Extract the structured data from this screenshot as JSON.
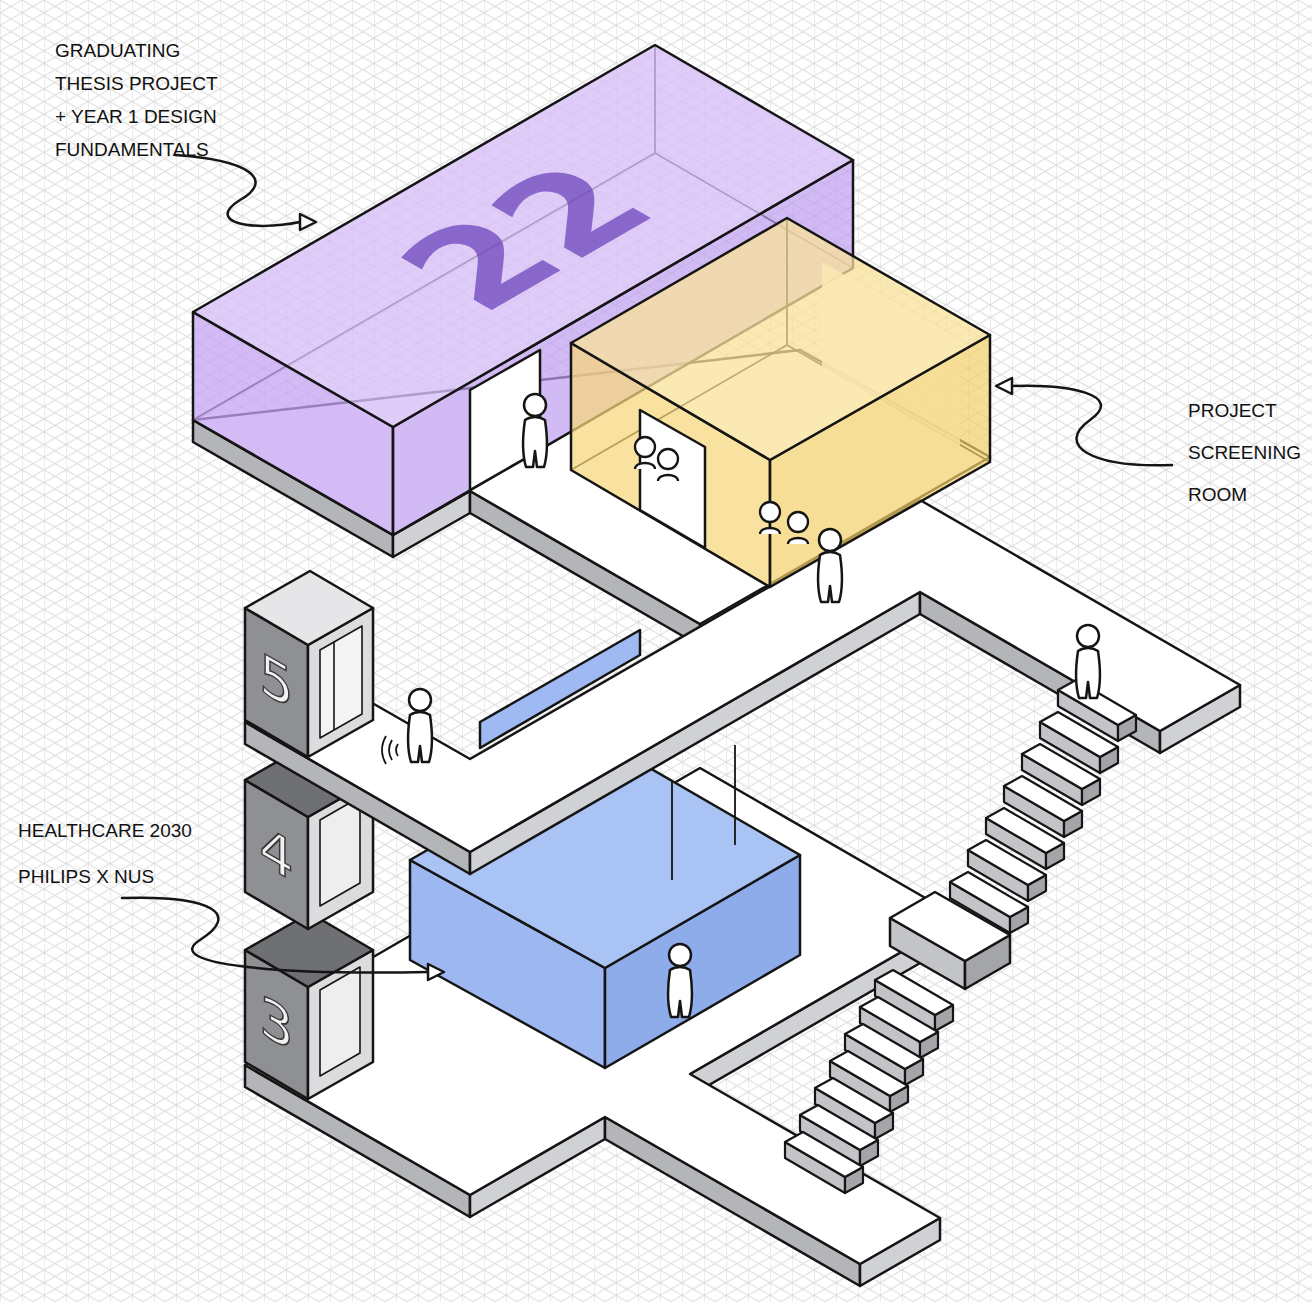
{
  "diagram": {
    "labels": [
      "GRADUATING THESIS PROJECT + YEAR 1 DESIGN FUNDAMENTALS",
      "PROJECT SCREENING ROOM",
      "HEALTHCARE 2030 PHILIPS X NUS",
      "22",
      "5",
      "4",
      "3"
    ]
  }
}
